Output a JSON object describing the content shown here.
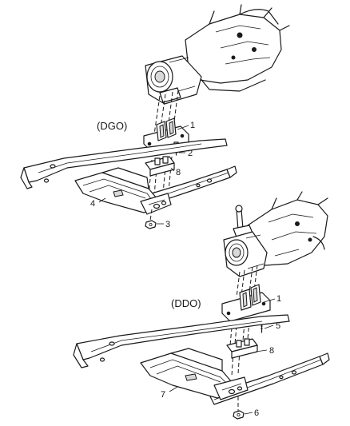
{
  "sections": {
    "top": "(DGO)",
    "bottom": "(DDO)"
  },
  "callouts": {
    "top": {
      "c1": "1",
      "c2": "2",
      "c3": "3",
      "c4": "4",
      "c8": "8"
    },
    "bottom": {
      "c1": "1",
      "c5": "5",
      "c6": "6",
      "c7": "7",
      "c8": "8"
    }
  }
}
